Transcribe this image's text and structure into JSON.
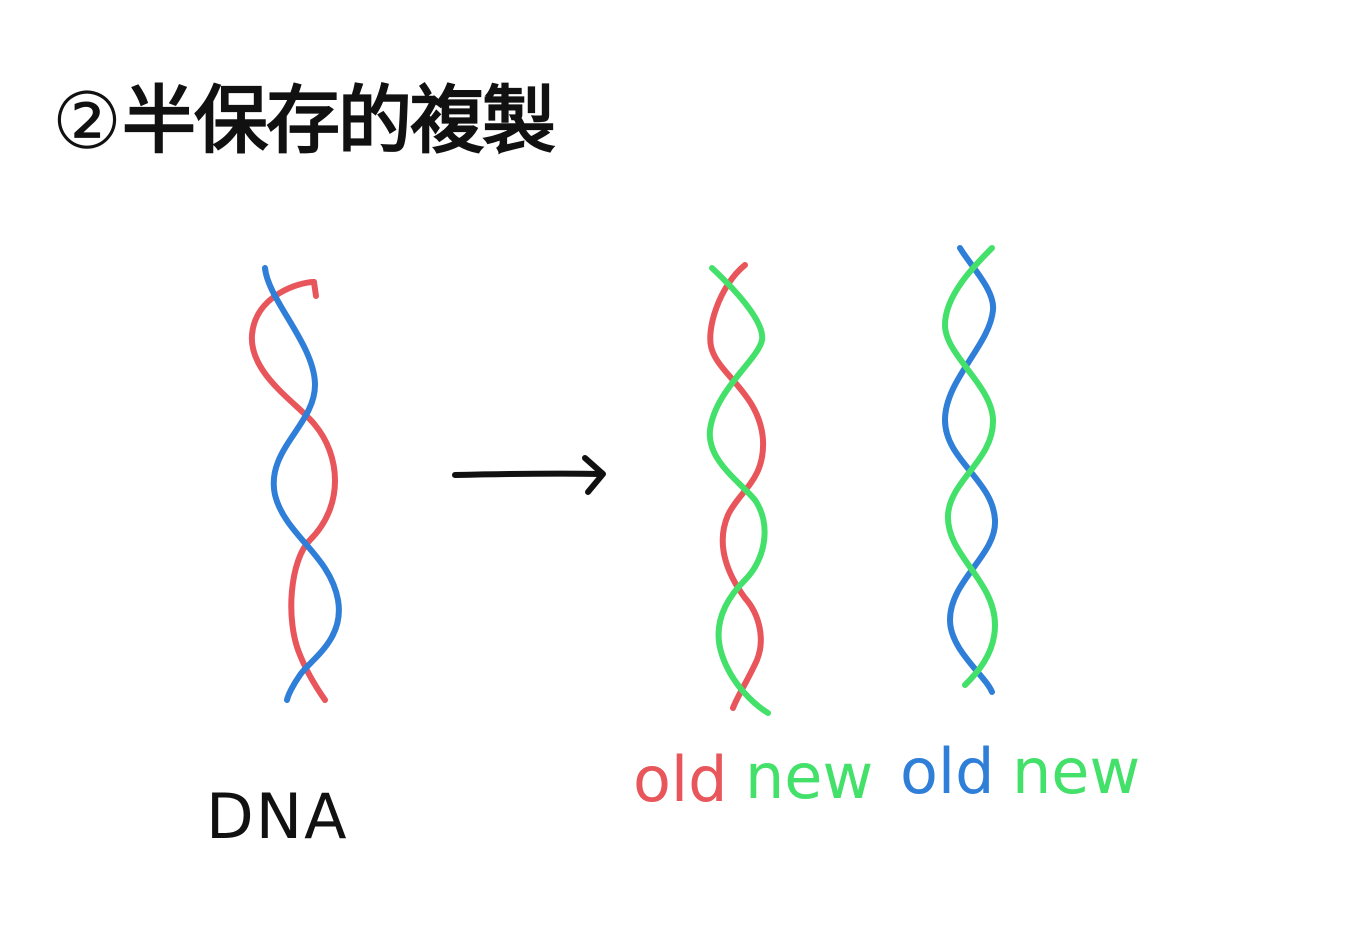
{
  "title": {
    "bullet": "②",
    "text": "半保存的複製"
  },
  "labels": {
    "original": "DNA",
    "copy1_old": "old",
    "copy1_new": "new",
    "copy2_old": "old",
    "copy2_new": "new"
  },
  "colors": {
    "red": "#e8555a",
    "blue": "#2f7fd8",
    "green": "#43e06a",
    "ink": "#111111"
  },
  "icons": {
    "arrow": "right-arrow-icon"
  }
}
